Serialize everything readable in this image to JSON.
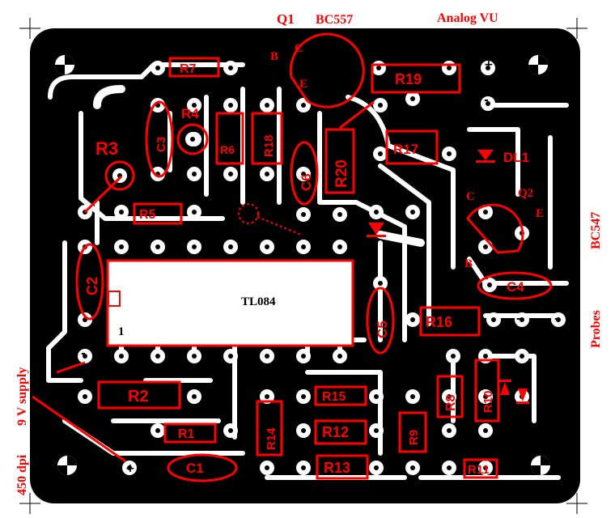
{
  "header": {
    "q1": "Q1",
    "bc557": "BC557",
    "title": "Analog VU"
  },
  "side_labels": {
    "bc547": "BC547",
    "probes": "Probes",
    "supply": "9 V supply",
    "dpi": "450 dpi"
  },
  "ic": {
    "name": "TL084",
    "pin1": "1"
  },
  "transistor_pins": {
    "q1_b": "B",
    "q1_c": "C",
    "q1_e": "E",
    "q2": "Q2",
    "q2_c": "C",
    "q2_e": "E",
    "q2_b": "B"
  },
  "parts": {
    "r1": "R1",
    "r2": "R2",
    "r3": "R3",
    "r4": "R4",
    "r5": "R5",
    "r6": "R6",
    "r7": "R7",
    "r8": "R8",
    "r9": "R9",
    "r10": "R10",
    "r11": "R11",
    "r12": "R12",
    "r13": "R13",
    "r14": "R14",
    "r15": "R15",
    "r16": "R16",
    "r17": "R17",
    "r18": "R18",
    "r19": "R19",
    "r20": "R20",
    "c1": "C1",
    "c2": "C2",
    "c3": "C3",
    "c4": "C4",
    "c5": "C5",
    "c6": "C6",
    "dl1": "DL1"
  },
  "colors": {
    "copper": "#000000",
    "silkscreen": "#ff0000",
    "board": "#ffffff"
  }
}
